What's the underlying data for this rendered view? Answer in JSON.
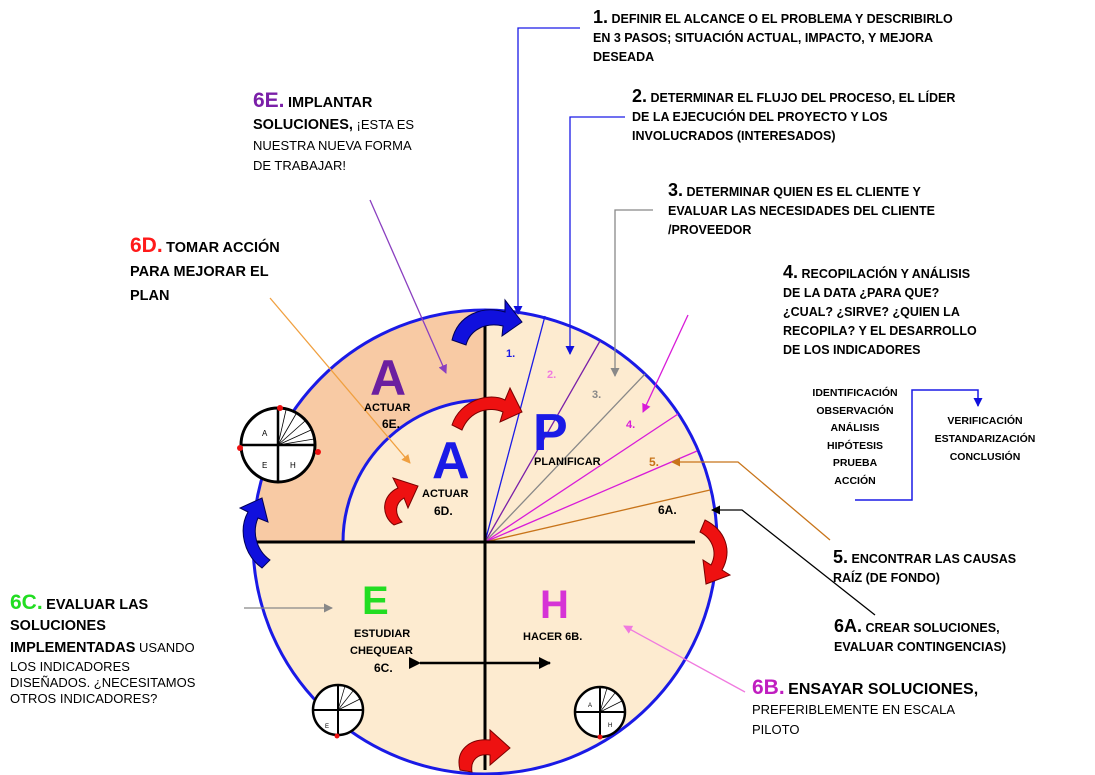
{
  "colors": {
    "circle_blue": "#1a1ae6",
    "fill_light": "#fdebd0",
    "fill_dark": "#f8caa4",
    "letter_A": "#6b1fa0",
    "letter_A2": "#1a1ae6",
    "letter_P": "#1a1ae6",
    "letter_E": "#22dd22",
    "letter_H": "#d633d6",
    "red_6D": "#ff1a1a",
    "purple_6E": "#7a1fa8",
    "green_6C": "#22dd22",
    "magenta_6B": "#c01ec0",
    "arrow_red": "#ee1111",
    "arrow_blue": "#1010dd"
  },
  "quadrants": {
    "outer_A_letter": "A",
    "outer_A_label": "ACTUAR",
    "outer_A_sub": "6E.",
    "inner_A_letter": "A",
    "inner_A_label": "ACTUAR",
    "inner_A_sub": "6D.",
    "P_letter": "P",
    "P_label": "PLANIFICAR",
    "E_letter": "E",
    "E_label1": "ESTUDIAR",
    "E_label2": "CHEQUEAR",
    "E_label3": "6C.",
    "H_letter": "H",
    "H_label": "HACER 6B."
  },
  "wedge_numbers": [
    "1.",
    "2.",
    "3.",
    "4.",
    "5.",
    "6A."
  ],
  "mini_letters": [
    "A",
    "E",
    "H"
  ],
  "steps": {
    "s1": {
      "num": "1.",
      "text": "DEFINIR EL ALCANCE O EL PROBLEMA Y DESCRIBIRLO",
      "text2": "EN 3 PASOS; SITUACIÓN ACTUAL, IMPACTO, Y MEJORA",
      "text3": "DESEADA"
    },
    "s2": {
      "num": "2.",
      "text": "DETERMINAR EL FLUJO DEL PROCESO, EL LÍDER",
      "text2": "DE LA EJECUCIÓN DEL  PROYECTO Y LOS",
      "text3": "INVOLUCRADOS (INTERESADOS)"
    },
    "s3": {
      "num": "3.",
      "text": "DETERMINAR QUIEN ES EL CLIENTE Y",
      "text2": "EVALUAR LAS NECESIDADES DEL CLIENTE",
      "text3": "/PROVEEDOR"
    },
    "s4": {
      "num": "4.",
      "text": "RECOPILACIÓN Y ANÁLISIS",
      "text2": "DE LA DATA ¿PARA QUE?",
      "text3": "¿CUAL? ¿SIRVE? ¿QUIEN LA",
      "text4": "RECOPILA? Y EL DESARROLLO",
      "text5": "DE LOS INDICADORES"
    },
    "s5": {
      "num": "5.",
      "text": "ENCONTRAR LAS CAUSAS",
      "text2": "RAÍZ (DE FONDO)"
    },
    "s6a": {
      "num": "6A.",
      "text": "CREAR SOLUCIONES,",
      "text2": "EVALUAR CONTINGENCIAS)"
    },
    "s6b": {
      "num": "6B.",
      "text": "ENSAYAR SOLUCIONES,",
      "text2": "PREFERIBLEMENTE EN ESCALA",
      "text3": "PILOTO"
    },
    "s6c": {
      "num": "6C.",
      "text": "EVALUAR LAS",
      "text2": "SOLUCIONES",
      "text3": "IMPLEMENTADAS",
      "text3b": " USANDO",
      "text4": "LOS INDICADORES",
      "text5": "DISEÑADOS. ¿NECESITAMOS",
      "text6": "OTROS INDICADORES?"
    },
    "s6d": {
      "num": "6D.",
      "text": "TOMAR ACCIÓN",
      "text2": "PARA MEJORAR EL",
      "text3": "PLAN"
    },
    "s6e": {
      "num": "6E.",
      "text": "IMPLANTAR",
      "text2": "SOLUCIONES,",
      "text2b": " ¡ESTA ES",
      "text3": "NUESTRA NUEVA FORMA",
      "text4": "DE  TRABAJAR!"
    }
  },
  "method_list": [
    "IDENTIFICACIÓN",
    "OBSERVACIÓN",
    "ANÁLISIS",
    "HIPÓTESIS",
    "PRUEBA",
    "ACCIÓN"
  ],
  "method_list2": [
    "VERIFICACIÓN",
    "ESTANDARIZACIÓN",
    "CONCLUSIÓN"
  ]
}
